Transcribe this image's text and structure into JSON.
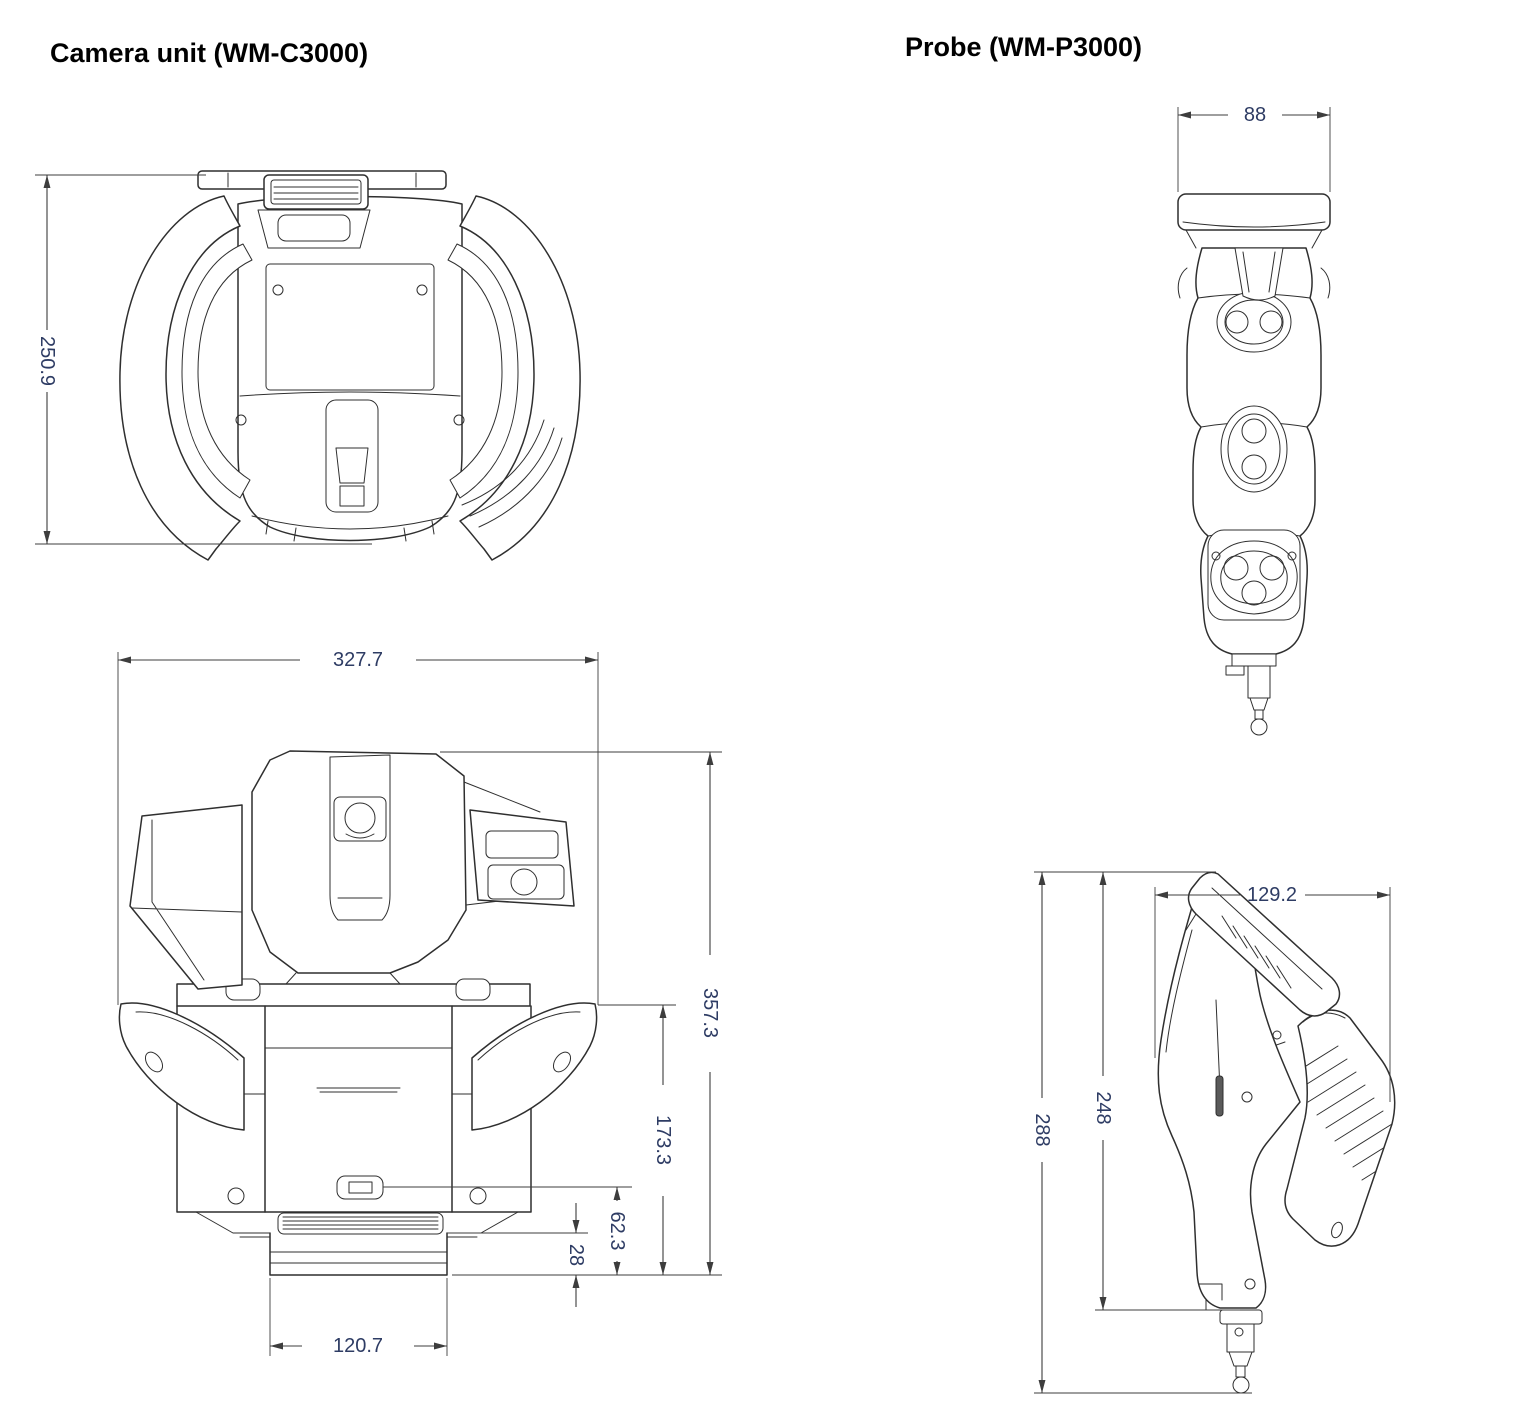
{
  "camera_unit": {
    "title": "Camera unit (WM-C3000)",
    "top_view": {
      "dim_depth": "250.9"
    },
    "front_view": {
      "dim_width": "327.7",
      "dim_total_height": "357.3",
      "dim_mid_height": "173.3",
      "dim_lower_height": "62.3",
      "dim_base_height": "28",
      "dim_base_width": "120.7"
    }
  },
  "probe": {
    "title": "Probe (WM-P3000)",
    "front_view": {
      "dim_width": "88"
    },
    "side_view": {
      "dim_depth": "129.2",
      "dim_total_height": "288",
      "dim_body_height": "248"
    }
  },
  "colors": {
    "background": "#ffffff",
    "line": "#2f2f2f",
    "dim": "#3d3d3d",
    "dim_text": "#2e3c64",
    "title_text": "#000000"
  }
}
